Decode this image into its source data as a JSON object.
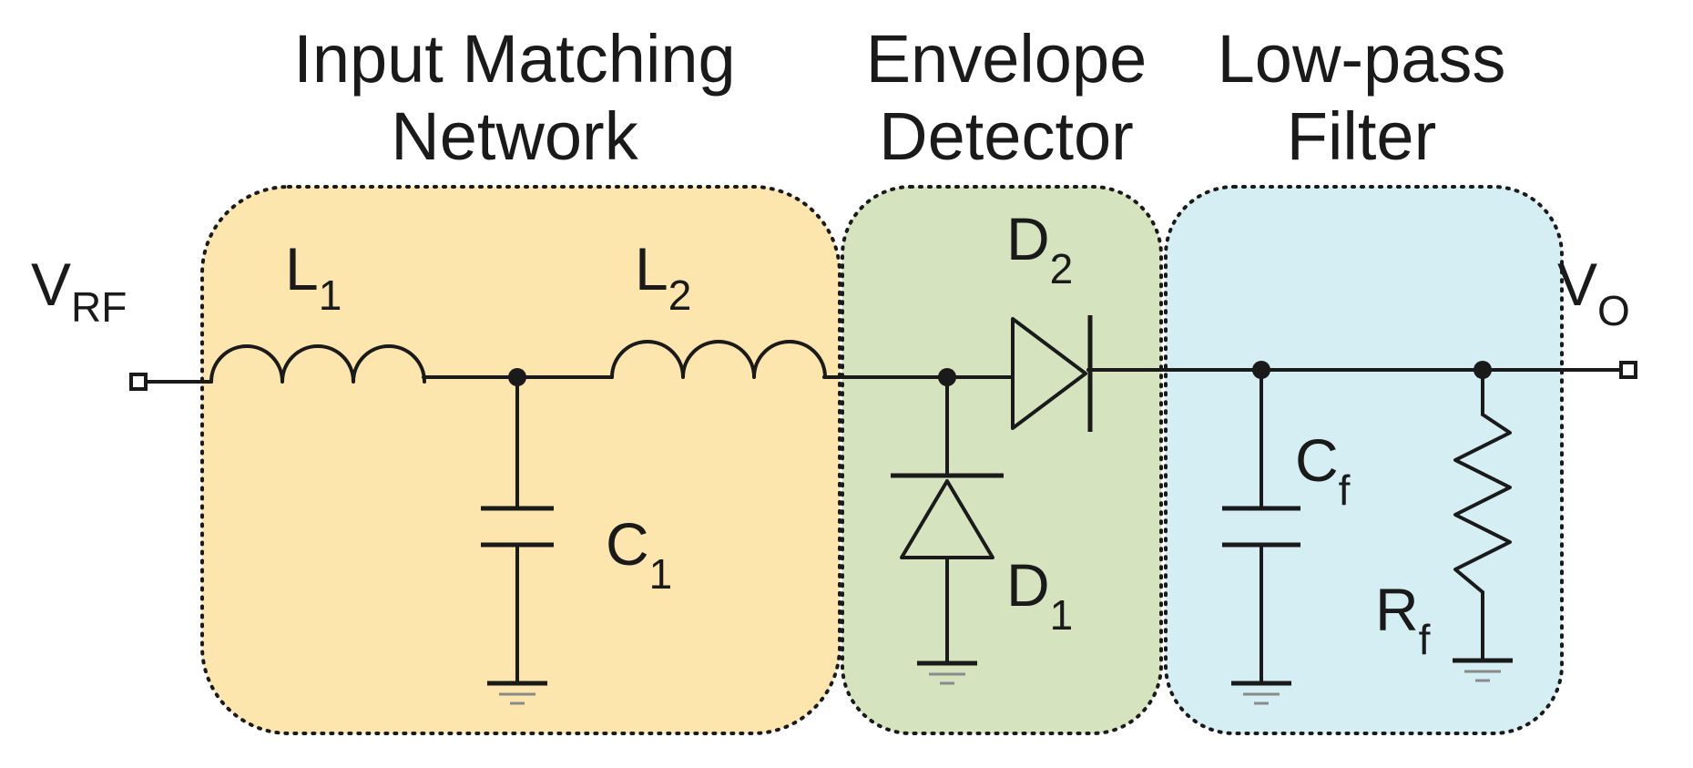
{
  "colors": {
    "matching_fill": "#fde5ae",
    "detector_fill": "#d5e4bf",
    "filter_fill": "#d4eef3",
    "line": "#1a1a1a"
  },
  "sections": {
    "matching": {
      "line1": "Input Matching",
      "line2": "Network"
    },
    "detector": {
      "line1": "Envelope",
      "line2": "Detector"
    },
    "filter": {
      "line1": "Low-pass",
      "line2": "Filter"
    }
  },
  "terminals": {
    "input": {
      "main": "V",
      "sub": "RF"
    },
    "output": {
      "main": "V",
      "sub": "O"
    }
  },
  "components": {
    "L1": {
      "main": "L",
      "sub": "1"
    },
    "L2": {
      "main": "L",
      "sub": "2"
    },
    "C1": {
      "main": "C",
      "sub": "1"
    },
    "D1": {
      "main": "D",
      "sub": "1"
    },
    "D2": {
      "main": "D",
      "sub": "2"
    },
    "Cf": {
      "main": "C",
      "sub": "f"
    },
    "Rf": {
      "main": "R",
      "sub": "f"
    }
  },
  "icons": {
    "inductor": "inductor-icon",
    "capacitor": "capacitor-icon",
    "diode": "diode-icon",
    "resistor": "resistor-icon",
    "ground": "ground-icon",
    "terminal": "terminal-icon"
  }
}
